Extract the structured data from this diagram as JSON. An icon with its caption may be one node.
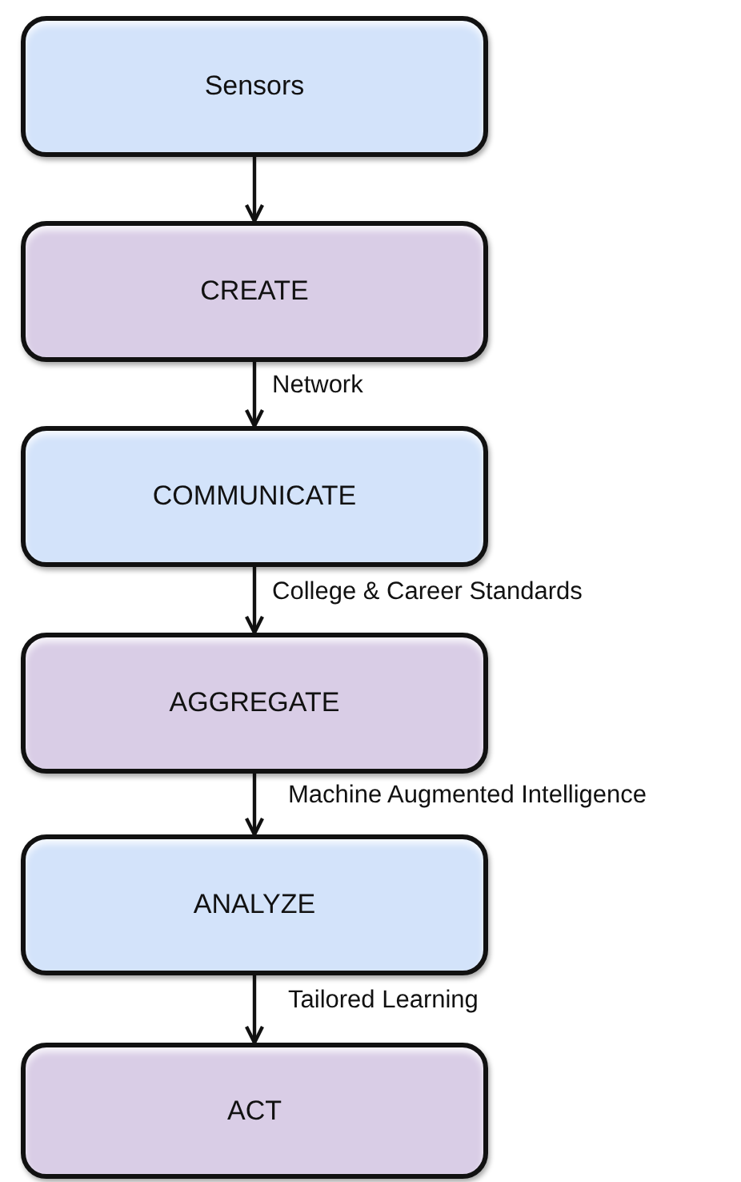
{
  "diagram": {
    "nodes": [
      {
        "text": [
          "Sensors"
        ]
      },
      {
        "text": [
          "CREATE"
        ]
      },
      {
        "text": [
          "COMMUNICATE"
        ]
      },
      {
        "text": [
          "AGGREGATE"
        ]
      },
      {
        "text": [
          "ANALYZE"
        ]
      },
      {
        "text": [
          "ACT"
        ]
      }
    ],
    "edges": [
      {
        "from": 0,
        "to": 1,
        "arrow": "to"
      },
      {
        "from": 1,
        "to": 2,
        "arrow": "to",
        "label": "Network"
      },
      {
        "from": 2,
        "to": 3,
        "arrow": "to",
        "label": "College & Career Standards"
      },
      {
        "from": 3,
        "to": 4,
        "arrow": "to",
        "label": "Machine Augmented Intelligence"
      },
      {
        "from": 4,
        "to": 5,
        "arrow": "to",
        "label": "Tailored Learning"
      }
    ]
  }
}
